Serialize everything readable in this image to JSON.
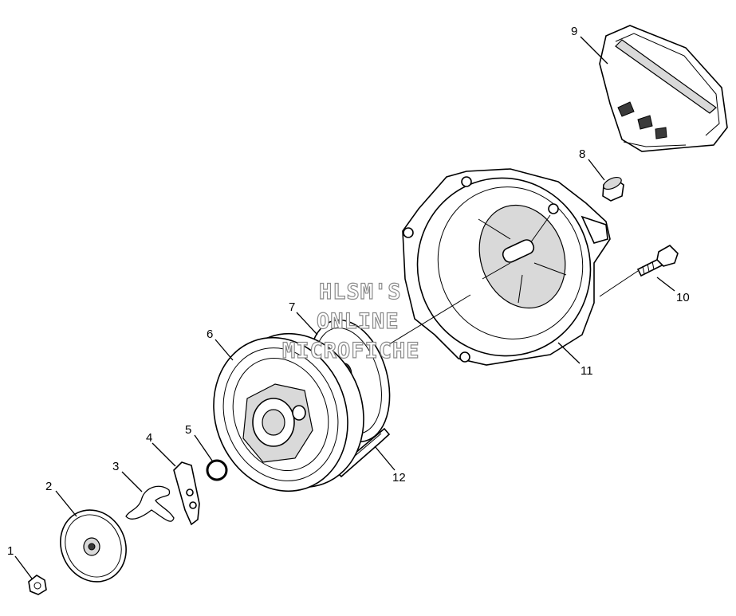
{
  "callouts": [
    {
      "id": "1",
      "label": "1"
    },
    {
      "id": "2",
      "label": "2"
    },
    {
      "id": "3",
      "label": "3"
    },
    {
      "id": "4",
      "label": "4"
    },
    {
      "id": "5",
      "label": "5"
    },
    {
      "id": "6",
      "label": "6"
    },
    {
      "id": "7",
      "label": "7"
    },
    {
      "id": "8",
      "label": "8"
    },
    {
      "id": "9",
      "label": "9"
    },
    {
      "id": "10",
      "label": "10"
    },
    {
      "id": "11",
      "label": "11"
    },
    {
      "id": "12",
      "label": "12"
    }
  ],
  "watermark": {
    "line1": "HLSM'S",
    "line2": "ONLINE",
    "line3": "MICROFICHE"
  }
}
